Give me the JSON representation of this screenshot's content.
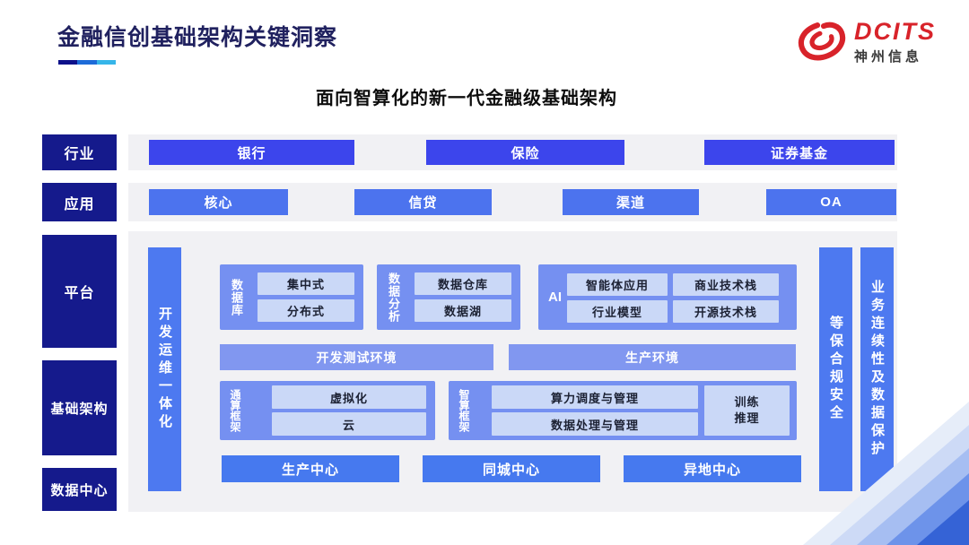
{
  "page": {
    "title": "金融信创基础架构关键洞察",
    "diagram_title": "面向智算化的新一代金融级基础架构",
    "logo": {
      "brand": "DCITS",
      "brand_cn": "神州信息"
    }
  },
  "sidebar": {
    "industry": "行业",
    "application": "应用",
    "platform": "平台",
    "infrastructure": "基础架构",
    "datacenter": "数据中心"
  },
  "industry_row": {
    "bank": "银行",
    "insurance": "保险",
    "securities": "证券基金"
  },
  "application_row": {
    "core": "核心",
    "credit": "信贷",
    "channel": "渠道",
    "oa": "OA"
  },
  "platform": {
    "devops_bar": "开发运维一体化",
    "database_group": {
      "label": "数据库",
      "centralized": "集中式",
      "distributed": "分布式"
    },
    "analytics_group": {
      "label": "数据分析",
      "warehouse": "数据仓库",
      "lake": "数据湖"
    },
    "ai_group": {
      "label": "AI",
      "agent_app": "智能体应用",
      "commercial_stack": "商业技术栈",
      "industry_model": "行业模型",
      "opensource_stack": "开源技术栈"
    },
    "dev_test_env": "开发测试环境",
    "prod_env": "生产环境",
    "general_compute_group": {
      "label": "通算框架",
      "virtualization": "虚拟化",
      "cloud": "云"
    },
    "ai_compute_group": {
      "label": "智算框架",
      "scheduling": "算力调度与管理",
      "data_mgmt": "数据处理与管理",
      "train_infer": "训练\n推理"
    },
    "centers": {
      "production": "生产中心",
      "same_city": "同城中心",
      "remote": "异地中心"
    },
    "security_bar": "等保合规安全",
    "continuity_bar": "业务连续性及数据保护"
  },
  "colors": {
    "sidebar_navy": "#151a8c",
    "industry_blue": "#3c45ec",
    "application_blue": "#4c73ee",
    "bar_blue": "#4d79f0",
    "group_blue": "#7590f1",
    "env_blue": "#8197f0",
    "inner_box_blue": "#cad8f7",
    "strip_bg": "#f1f1f4",
    "brand_red": "#d8232a",
    "title_navy": "#20215f"
  }
}
